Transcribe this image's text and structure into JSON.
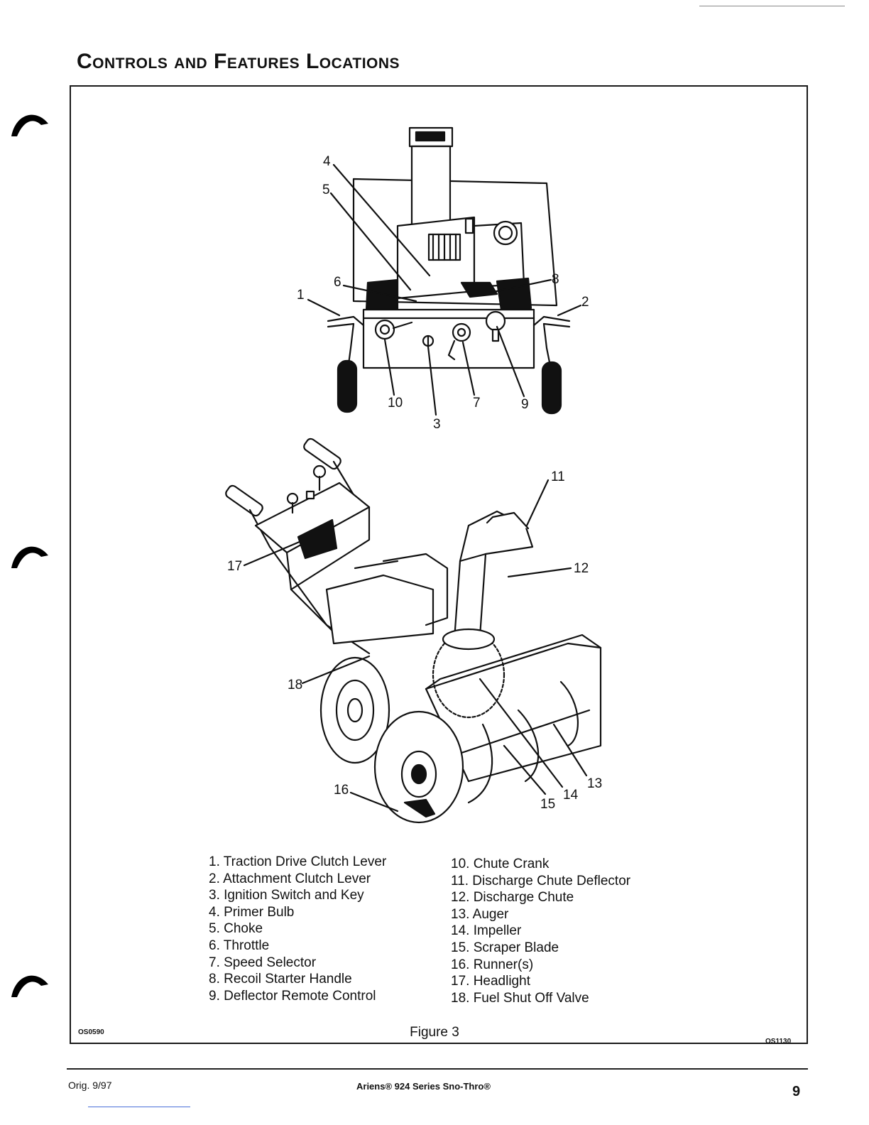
{
  "page": {
    "title": "Controls and Features Locations",
    "figure_caption": "Figure 3",
    "code_left": "OS0590",
    "code_right": "OS1130"
  },
  "callouts": {
    "c1": "1",
    "c2": "2",
    "c3": "3",
    "c4": "4",
    "c5": "5",
    "c6": "6",
    "c7": "7",
    "c8": "8",
    "c9": "9",
    "c10": "10",
    "c11": "11",
    "c12": "12",
    "c13": "13",
    "c14": "14",
    "c15": "15",
    "c16": "16",
    "c17": "17",
    "c18": "18"
  },
  "legend": {
    "left": [
      "1. Traction Drive Clutch Lever",
      "2. Attachment Clutch Lever",
      "3. Ignition Switch and Key",
      "4. Primer Bulb",
      "5. Choke",
      "6. Throttle",
      "7. Speed Selector",
      "8. Recoil Starter Handle",
      "9. Deflector Remote Control"
    ],
    "right": [
      "10. Chute Crank",
      "11. Discharge Chute Deflector",
      "12. Discharge Chute",
      "13. Auger",
      "14. Impeller",
      "15. Scraper Blade",
      "16. Runner(s)",
      "17. Headlight",
      "18. Fuel Shut Off Valve"
    ]
  },
  "footer": {
    "edition": "Orig. 9/97",
    "product": "Ariens® 924 Series Sno-Thro®",
    "page_number": "9"
  }
}
